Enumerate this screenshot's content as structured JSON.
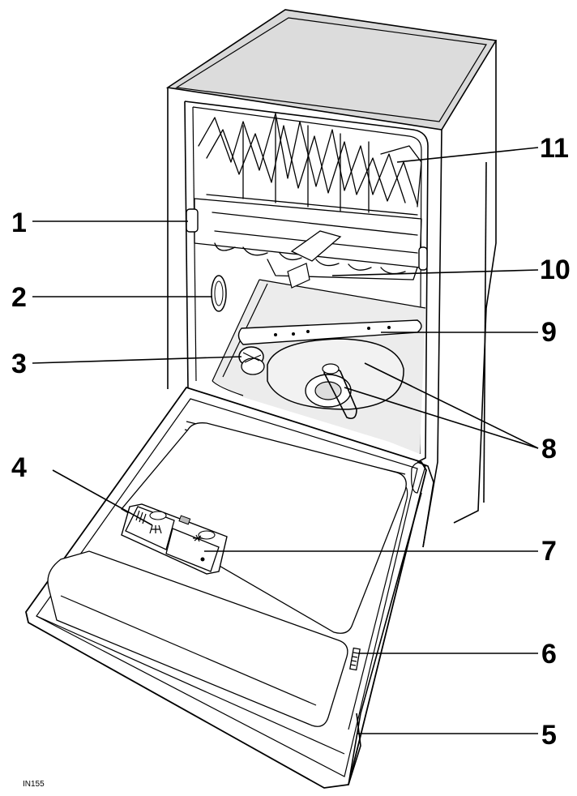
{
  "figure_code": "IN155",
  "callouts": [
    {
      "id": "1",
      "label": "1"
    },
    {
      "id": "2",
      "label": "2"
    },
    {
      "id": "3",
      "label": "3"
    },
    {
      "id": "4",
      "label": "4"
    },
    {
      "id": "5",
      "label": "5"
    },
    {
      "id": "6",
      "label": "6"
    },
    {
      "id": "7",
      "label": "7"
    },
    {
      "id": "8",
      "label": "8"
    },
    {
      "id": "9",
      "label": "9"
    },
    {
      "id": "10",
      "label": "10"
    },
    {
      "id": "11",
      "label": "11"
    }
  ],
  "colors": {
    "line": "#000000",
    "lid": "#d9d9d9",
    "tub": "#ececec",
    "background": "#ffffff"
  }
}
